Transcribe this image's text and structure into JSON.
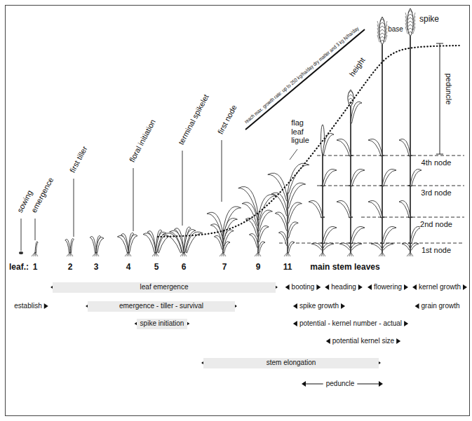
{
  "diagram": {
    "nodes": [
      {
        "text": [
          "leaf emergence"
        ]
      },
      {
        "text": [
          "emergence - tiller - survival"
        ]
      },
      {
        "text": [
          "spike initiation"
        ]
      },
      {
        "text": [
          "stem elongation"
        ]
      }
    ],
    "labels": [
      "sowing",
      "emergence",
      "first tiller",
      "floral initiation",
      "terminal spikelet",
      "first node",
      "reach max. growth rate: up to 250 kg/ha/day dry matter and 3 kg N/ha/day",
      "flag leaf ligule",
      "height",
      "base",
      "spike",
      "peduncle",
      "4th node",
      "3rd node",
      "2nd node",
      "1st node",
      "leaf.:",
      "1",
      "2",
      "3",
      "4",
      "5",
      "6",
      "7",
      "9",
      "11",
      "main stem leaves",
      "booting",
      "heading",
      "flowering",
      "kernel growth",
      "establish",
      "spike growth",
      "grain growth",
      "potential - kernel number - actual",
      "potential kernel size",
      "peduncle"
    ]
  }
}
